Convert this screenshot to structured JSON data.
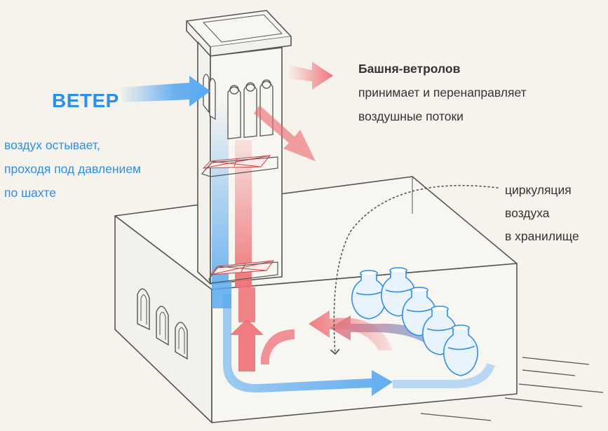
{
  "labels": {
    "wind": "ВЕТЕР",
    "cool_air": [
      "воздух остывает,",
      "проходя под давлением",
      "по шахте"
    ],
    "tower_title": "Башня-ветролов",
    "tower_desc": [
      "принимает и перенаправляет",
      "воздушные потоки"
    ],
    "circulation": [
      "циркуляция",
      "воздуха",
      "в хранилище"
    ]
  },
  "colors": {
    "background": "#f6f3ec",
    "cold_air": "#5aaaf0",
    "warm_air": "#ee6f75",
    "line": "#555555",
    "label_blue": "#2f8ee6",
    "label_dark": "#333333"
  }
}
